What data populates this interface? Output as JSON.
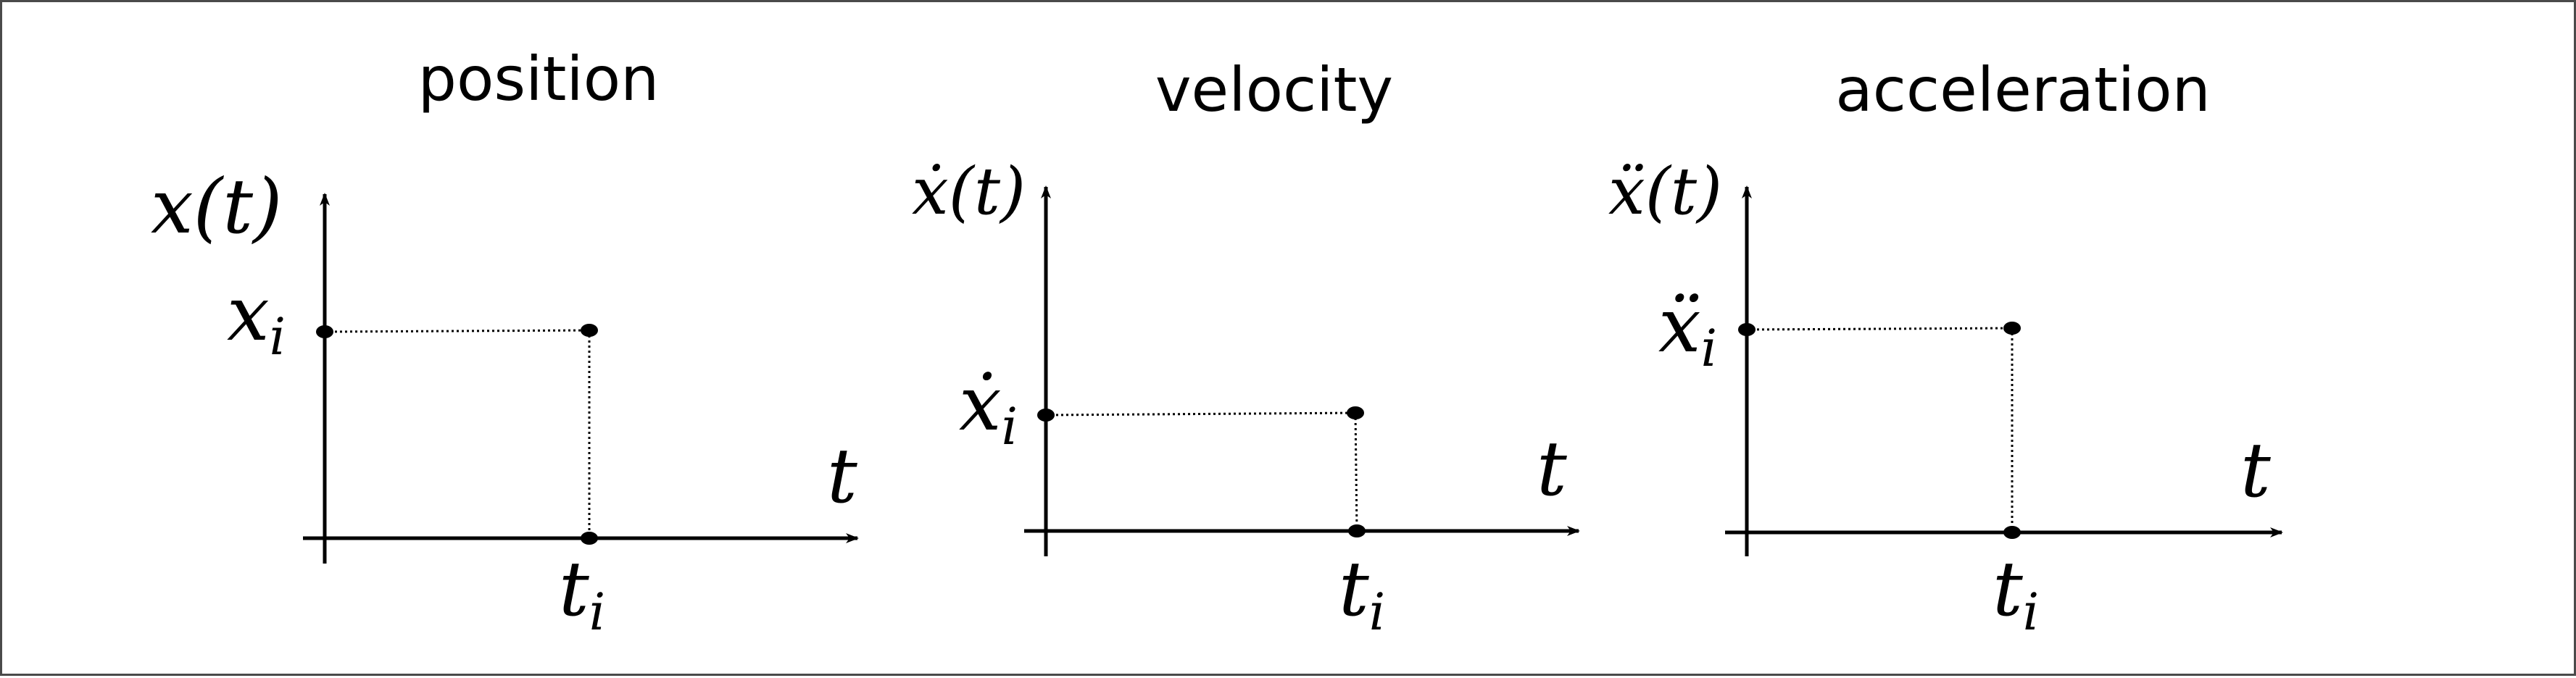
{
  "diagram": {
    "panels": [
      {
        "title": "position",
        "y_label": "x(t)",
        "x_label": "t",
        "y_value_label": "x",
        "y_value_subscript": "i",
        "x_value_label": "t",
        "x_value_subscript": "i",
        "dots": ""
      },
      {
        "title": "velocity",
        "y_label": "ẋ(t)",
        "x_label": "t",
        "y_value_label": "ẋ",
        "y_value_subscript": "i",
        "x_value_label": "t",
        "x_value_subscript": "i",
        "dots": "˙"
      },
      {
        "title": "acceleration",
        "y_label": "ẍ(t)",
        "x_label": "t",
        "y_value_label": "ẍ",
        "y_value_subscript": "i",
        "x_value_label": "t",
        "x_value_subscript": "i",
        "dots": "¨"
      }
    ],
    "colors": {
      "ink": "#000000",
      "background": "#ffffff",
      "frame": "#4a4a4a"
    }
  }
}
